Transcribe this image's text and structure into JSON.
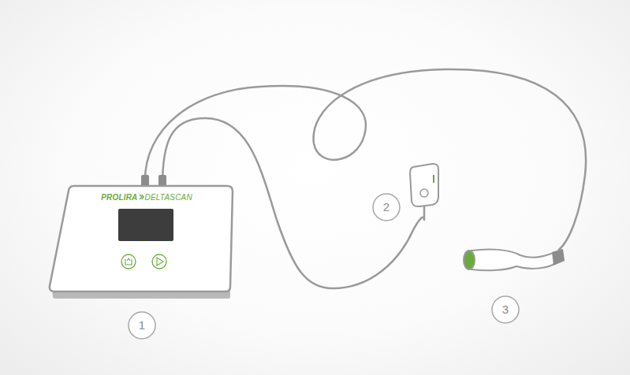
{
  "diagram": {
    "nodes": [
      {
        "text": [
          "PROLIRA",
          "DELTASCAN"
        ]
      }
    ],
    "labels": [
      "1",
      "2",
      "3"
    ]
  }
}
